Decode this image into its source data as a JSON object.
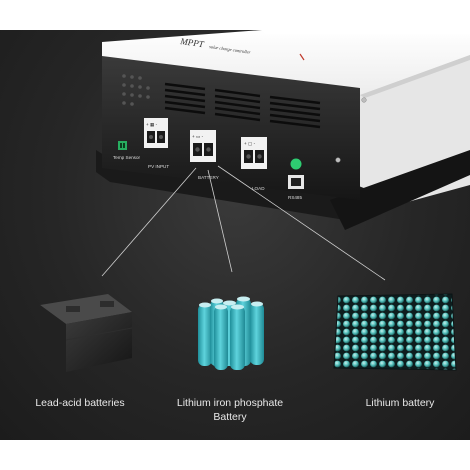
{
  "product": {
    "brand": "MPPT",
    "subtitle": "solar charge controller"
  },
  "panel_labels": {
    "temp_sensor": "Temp Sensor",
    "pv_input": "PV INPUT",
    "battery": "BATTERY",
    "load": "LOAD",
    "rs485": "RS485"
  },
  "batteries": [
    {
      "label": "Lead-acid batteries"
    },
    {
      "label_line1": "Lithium iron phosphate",
      "label_line2": "Battery"
    },
    {
      "label": "Lithium battery"
    }
  ],
  "colors": {
    "background": "#262626",
    "device_body": "#f4f4f4",
    "device_panel": "#2a2a2a",
    "accent_red": "#c0392b",
    "lifepo4_cell": "#3fb8c4",
    "green_led": "#2ecc71"
  }
}
